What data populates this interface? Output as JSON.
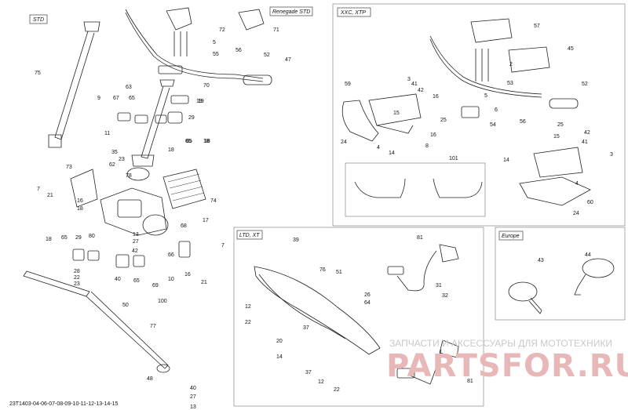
{
  "section_tags": {
    "std": "STD",
    "renegade_std": "Renegade STD",
    "xxc_xtp": "XXC, XTP",
    "ltd_xt": "LTD, XT",
    "europe": "Europe"
  },
  "watermark": {
    "line1": "ЗАПЧАСТИ И АКСЕССУАРЫ ДЛЯ МОТОТЕХНИКИ",
    "logo": "PARTSFOR.RU"
  },
  "reference_code": "23T1403-04-06-07-08-09-10-11-12-13-14-15",
  "callouts": {
    "left": [
      "75",
      "63",
      "9",
      "67",
      "65",
      "11",
      "19",
      "18",
      "35",
      "23",
      "29",
      "65",
      "18",
      "62",
      "78",
      "74",
      "73",
      "7",
      "21",
      "16",
      "18",
      "17",
      "18",
      "29",
      "80",
      "68",
      "7",
      "65",
      "28",
      "22",
      "23",
      "42",
      "13",
      "27",
      "10",
      "66",
      "65",
      "69",
      "16",
      "21",
      "40",
      "50",
      "100",
      "77",
      "48",
      "40",
      "27",
      "13"
    ],
    "top": [
      "72",
      "71",
      "5",
      "55",
      "56",
      "52",
      "47",
      "70",
      "19",
      "65",
      "18"
    ],
    "xxc": [
      "57",
      "45",
      "2",
      "3",
      "53",
      "52",
      "41",
      "59",
      "42",
      "16",
      "25",
      "5",
      "15",
      "6",
      "54",
      "56",
      "24",
      "14",
      "4",
      "8",
      "16",
      "25",
      "42",
      "15",
      "41",
      "3",
      "14",
      "101",
      "4",
      "60",
      "24"
    ],
    "ltd": [
      "39",
      "76",
      "51",
      "81",
      "26",
      "64",
      "12",
      "22",
      "37",
      "20",
      "14",
      "37",
      "12",
      "22",
      "31",
      "32",
      "81"
    ],
    "europe": [
      "43",
      "44"
    ]
  }
}
